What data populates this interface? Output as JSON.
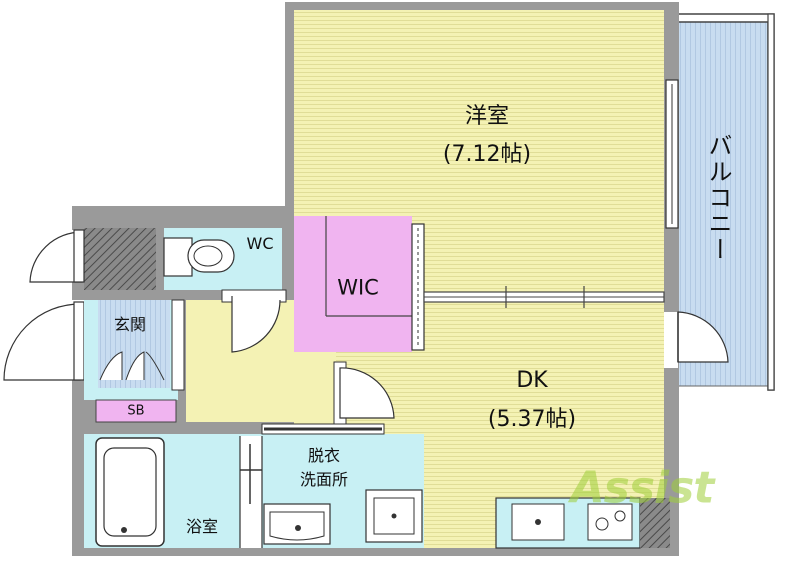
{
  "rooms": {
    "western_room": {
      "name": "洋室",
      "size": "(7.12帖)"
    },
    "dk": {
      "name": "DK",
      "size": "(5.37帖)"
    },
    "balcony": "バルコニー",
    "wic": "WIC",
    "wc": "WC",
    "entrance": "玄関",
    "shoe_box": "SB",
    "dressing": {
      "line1": "脱衣",
      "line2": "洗面所"
    },
    "bathroom": "浴室"
  },
  "watermark": "Assist",
  "colors": {
    "wall": "#9a9a9a",
    "wood_floor": "#f4f2b4",
    "wet_area": "#c8f0f4",
    "balcony": "#c8dcf0",
    "wic": "#f0b4f0",
    "shoe_box": "#f0b4f0",
    "logo": "#9fcf3a"
  }
}
